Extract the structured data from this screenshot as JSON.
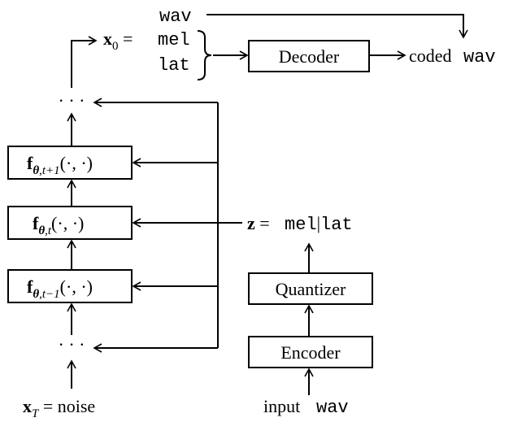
{
  "top": {
    "wav_label": "wav",
    "x0_symbol": "x",
    "x0_subscript": "0",
    "x0_equals": " = ",
    "mel_label": "mel",
    "lat_label": "lat",
    "decoder_label": "Decoder",
    "coded_label": "coded",
    "coded_wav_label": "wav"
  },
  "chain": {
    "dots_top": "· · ·",
    "dots_bottom": "· · ·",
    "f_symbol": "f",
    "theta": "θ",
    "step_plus": ",t+1",
    "step_t": ",t",
    "step_minus": ",t−1",
    "args": "(·, ·)"
  },
  "conditioning": {
    "z_symbol": "z",
    "equals": " = ",
    "mel": "mel",
    "sep": "|",
    "lat": "lat"
  },
  "encoder_path": {
    "quantizer_label": "Quantizer",
    "encoder_label": "Encoder",
    "input_label": "input",
    "input_wav_label": "wav"
  },
  "bottom": {
    "xT_symbol": "x",
    "xT_subscript": "T",
    "equals_noise": " = noise"
  }
}
